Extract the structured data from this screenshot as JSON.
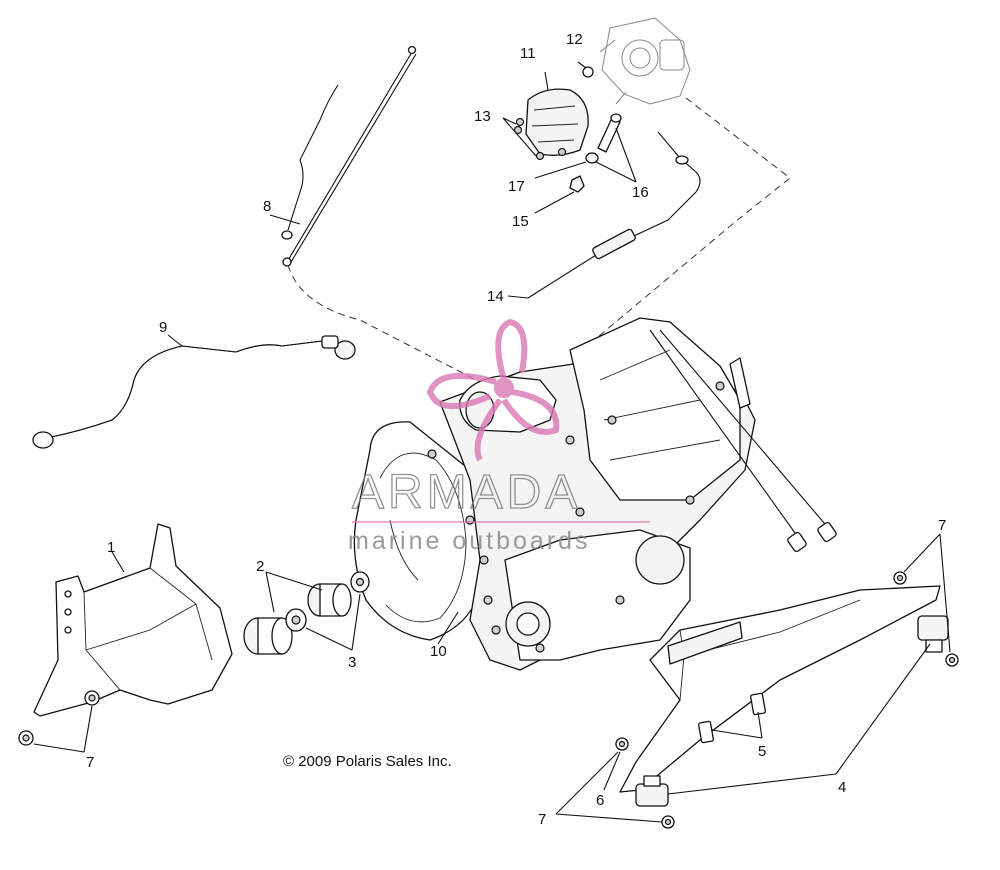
{
  "callouts": [
    "1",
    "2",
    "3",
    "4",
    "5",
    "6",
    "7",
    "7",
    "7",
    "8",
    "9",
    "10",
    "11",
    "12",
    "13",
    "14",
    "15",
    "16",
    "17"
  ],
  "copyright": "© 2009 Polaris Sales Inc.",
  "watermark": {
    "word": "ARMADA",
    "subtitle": "marine outboards"
  },
  "colors": {
    "line": "#111111",
    "watermark_pink": "#d977b3",
    "watermark_gray": "#777777"
  }
}
